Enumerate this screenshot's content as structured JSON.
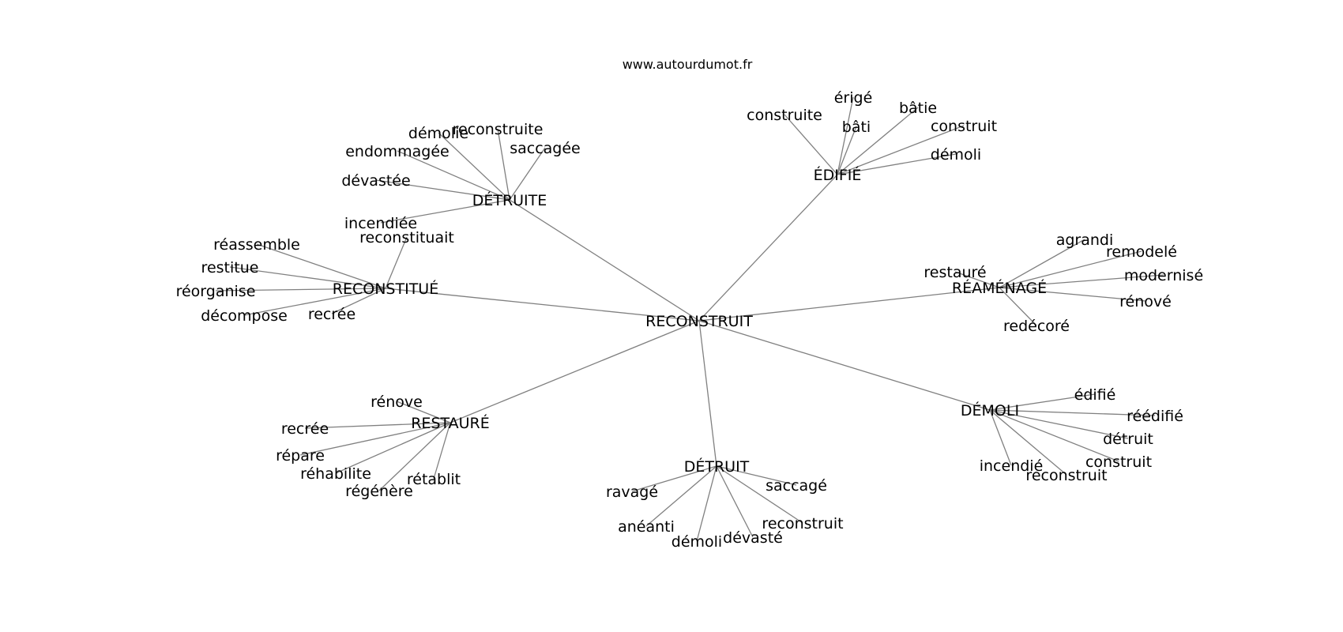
{
  "source": "www.autourdumot.fr",
  "root": "RECONSTRUIT",
  "groups": [
    {
      "label": "DÉTRUITE",
      "words": [
        "démolie",
        "reconstruite",
        "saccagée",
        "endommagée",
        "dévastée",
        "incendiée"
      ]
    },
    {
      "label": "ÉDIFIÉ",
      "words": [
        "construite",
        "érigé",
        "bâtie",
        "bâti",
        "construit",
        "démoli"
      ]
    },
    {
      "label": "RECONSTITUÉ",
      "words": [
        "reconstituait",
        "réassemble",
        "restitue",
        "réorganise",
        "décompose",
        "recrée"
      ]
    },
    {
      "label": "RÉAMÉNAGÉ",
      "words": [
        "agrandi",
        "remodelé",
        "restauré",
        "modernisé",
        "rénové",
        "redécoré"
      ]
    },
    {
      "label": "RESTAURÉ",
      "words": [
        "rénove",
        "recrée",
        "répare",
        "réhabilite",
        "régénère",
        "rétablit"
      ]
    },
    {
      "label": "DÉTRUIT",
      "words": [
        "saccagé",
        "ravagé",
        "reconstruit",
        "anéanti",
        "dévasté",
        "démoli"
      ]
    },
    {
      "label": "DÉMOLI",
      "words": [
        "édifié",
        "réédifié",
        "détruit",
        "construit",
        "incendié",
        "reconstruit"
      ]
    }
  ]
}
